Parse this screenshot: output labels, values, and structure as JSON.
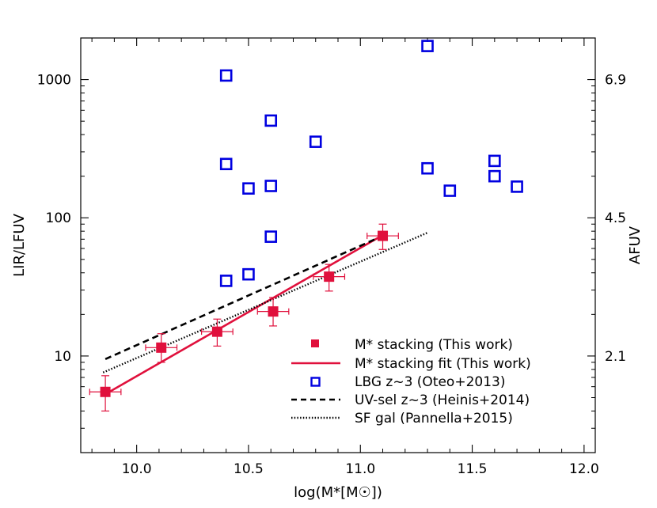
{
  "chart_data": {
    "type": "scatter",
    "xlabel": "log(M*[M☉])",
    "ylabel_left": "LIR/LFUV",
    "ylabel_right": "AFUV",
    "xlim": [
      9.75,
      12.05
    ],
    "ylim": [
      2.0,
      2000
    ],
    "yscale": "log",
    "x_ticks": [
      "10.0",
      "10.5",
      "11.0",
      "11.5",
      "12.0"
    ],
    "y_ticks_left": [
      "10",
      "100",
      "1000"
    ],
    "y_ticks_right": [
      {
        "label": "2.1",
        "at": 10
      },
      {
        "label": "4.5",
        "at": 100
      },
      {
        "label": "6.9",
        "at": 1000
      }
    ],
    "colors": {
      "stacking": "#e0103c",
      "lbg": "#0000e0",
      "lines": "#000000"
    },
    "grid": false,
    "legend_position": "bottom-right",
    "series": [
      {
        "name": "M* stacking (This work)",
        "kind": "filled-square",
        "points": [
          {
            "x": 9.86,
            "y": 5.5,
            "xerr": 0.07,
            "ylo": 4.0,
            "yhi": 7.2
          },
          {
            "x": 10.11,
            "y": 11.5,
            "xerr": 0.07,
            "ylo": 9.0,
            "yhi": 14.5
          },
          {
            "x": 10.36,
            "y": 15.0,
            "xerr": 0.07,
            "ylo": 11.8,
            "yhi": 18.5
          },
          {
            "x": 10.61,
            "y": 21.0,
            "xerr": 0.07,
            "ylo": 16.5,
            "yhi": 26.5
          },
          {
            "x": 10.86,
            "y": 37.5,
            "xerr": 0.07,
            "ylo": 29.5,
            "yhi": 46.0
          },
          {
            "x": 11.1,
            "y": 74.0,
            "xerr": 0.07,
            "ylo": 59.0,
            "yhi": 90.0
          }
        ]
      },
      {
        "name": "M* stacking fit (This work)",
        "kind": "solid-line",
        "x": [
          9.86,
          11.1
        ],
        "y": [
          5.3,
          75.0
        ]
      },
      {
        "name": "LBG z~3 (Oteo+2013)",
        "kind": "open-square",
        "x": [
          10.4,
          10.4,
          10.4,
          10.5,
          10.5,
          10.6,
          10.6,
          10.6,
          10.8,
          11.3,
          11.3,
          11.4,
          11.6,
          11.6,
          11.7
        ],
        "y": [
          35,
          245,
          1070,
          39,
          163,
          73,
          170,
          505,
          355,
          1750,
          228,
          157,
          258,
          200,
          168
        ]
      },
      {
        "name": "UV-sel z~3 (Heinis+2014)",
        "kind": "dashed-line",
        "x": [
          9.86,
          11.1
        ],
        "y": [
          9.5,
          74.0
        ]
      },
      {
        "name": "SF gal (Pannella+2015)",
        "kind": "dotted-line",
        "x": [
          9.85,
          11.3
        ],
        "y": [
          7.6,
          78.0
        ]
      }
    ]
  }
}
